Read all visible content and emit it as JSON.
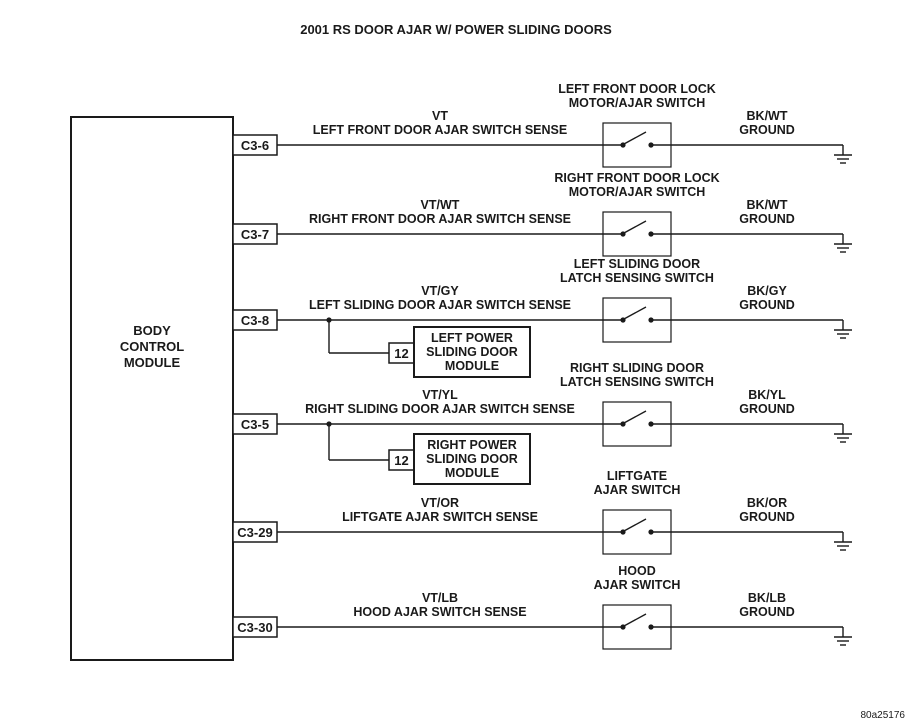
{
  "title": "2001 RS DOOR AJAR W/ POWER SLIDING DOORS",
  "figure_id": "80a25176",
  "bcm": {
    "label_lines": [
      "BODY",
      "CONTROL",
      "MODULE"
    ]
  },
  "circuits": [
    {
      "connector": "C3-6",
      "wire_color": "VT",
      "sense_label": "LEFT FRONT DOOR AJAR SWITCH SENSE",
      "switch_lines": [
        "LEFT FRONT DOOR LOCK",
        "MOTOR/AJAR SWITCH"
      ],
      "ground_color": "BK/WT",
      "ground_label": "GROUND"
    },
    {
      "connector": "C3-7",
      "wire_color": "VT/WT",
      "sense_label": "RIGHT FRONT DOOR AJAR SWITCH SENSE",
      "switch_lines": [
        "RIGHT FRONT DOOR LOCK",
        "MOTOR/AJAR SWITCH"
      ],
      "ground_color": "BK/WT",
      "ground_label": "GROUND"
    },
    {
      "connector": "C3-8",
      "wire_color": "VT/GY",
      "sense_label": "LEFT SLIDING DOOR AJAR SWITCH SENSE",
      "switch_lines": [
        "LEFT SLIDING DOOR",
        "LATCH SENSING SWITCH"
      ],
      "ground_color": "BK/GY",
      "ground_label": "GROUND",
      "branch_module": {
        "pin": "12",
        "label_lines": [
          "LEFT POWER",
          "SLIDING DOOR",
          "MODULE"
        ]
      }
    },
    {
      "connector": "C3-5",
      "wire_color": "VT/YL",
      "sense_label": "RIGHT SLIDING DOOR AJAR SWITCH SENSE",
      "switch_lines": [
        "RIGHT SLIDING DOOR",
        "LATCH SENSING SWITCH"
      ],
      "ground_color": "BK/YL",
      "ground_label": "GROUND",
      "branch_module": {
        "pin": "12",
        "label_lines": [
          "RIGHT POWER",
          "SLIDING DOOR",
          "MODULE"
        ]
      }
    },
    {
      "connector": "C3-29",
      "wire_color": "VT/OR",
      "sense_label": "LIFTGATE AJAR SWITCH SENSE",
      "switch_lines": [
        "LIFTGATE",
        "AJAR SWITCH"
      ],
      "ground_color": "BK/OR",
      "ground_label": "GROUND"
    },
    {
      "connector": "C3-30",
      "wire_color": "VT/LB",
      "sense_label": "HOOD AJAR SWITCH SENSE",
      "switch_lines": [
        "HOOD",
        "AJAR SWITCH"
      ],
      "ground_color": "BK/LB",
      "ground_label": "GROUND"
    }
  ]
}
